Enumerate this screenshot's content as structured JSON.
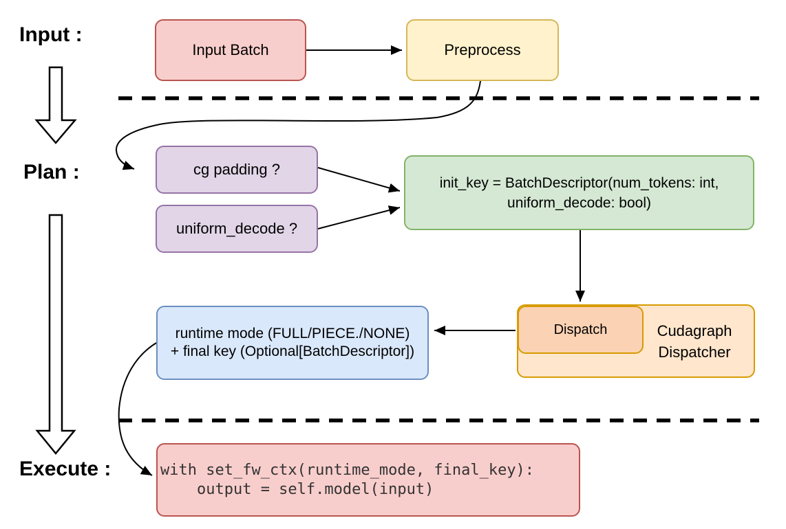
{
  "diagram": {
    "background": "#ffffff",
    "connector_color": "#000000",
    "separator_color": "#000000",
    "stages": {
      "input": {
        "label": "Input :"
      },
      "plan": {
        "label": "Plan :"
      },
      "execute": {
        "label": "Execute :"
      }
    },
    "nodes": {
      "input_batch": {
        "label": "Input Batch",
        "fill": "#F8CECC",
        "stroke": "#B85450"
      },
      "preprocess": {
        "label": "Preprocess",
        "fill": "#FFF2CC",
        "stroke": "#D6B656"
      },
      "cg_padding": {
        "label": "cg padding ?",
        "fill": "#E1D5E7",
        "stroke": "#9673A6"
      },
      "uniform_decode": {
        "label": "uniform_decode ?",
        "fill": "#E1D5E7",
        "stroke": "#9673A6"
      },
      "init_key": {
        "line1": "init_key = BatchDescriptor(num_tokens: int,",
        "line2": "uniform_decode: bool)",
        "fill": "#D5E8D4",
        "stroke": "#82B366"
      },
      "dispatch": {
        "label": "Dispatch",
        "fill": "#FBD2B4",
        "stroke": "#D79B00"
      },
      "cudagraph_dispatcher": {
        "line1": "Cudagraph",
        "line2": "Dispatcher",
        "fill": "#FFE6CC",
        "stroke": "#D79B00"
      },
      "runtime_mode": {
        "line1": "runtime mode (FULL/PIECE./NONE)",
        "line2": "+ final key (Optional[BatchDescriptor])",
        "fill": "#DAE8FC",
        "stroke": "#6C8EBF"
      },
      "execute_code": {
        "line1": "with set_fw_ctx(runtime_mode, final_key):",
        "line2": "    output = self.model(input)",
        "fill": "#F8CECC",
        "stroke": "#B85450",
        "text_color": "#333333"
      }
    }
  }
}
